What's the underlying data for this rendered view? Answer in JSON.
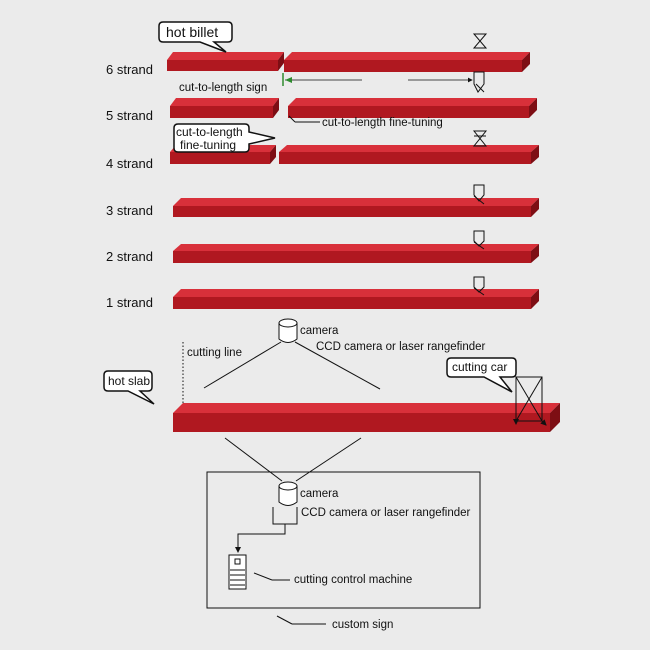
{
  "strands": [
    "6 strand",
    "5 strand",
    "4 strand",
    "3 strand",
    "2 strand",
    "1 strand"
  ],
  "callouts": {
    "hot_billet": "hot billet",
    "cut_to_length_sign": "cut-to-length sign",
    "cut_to_length_fine_tuning": "cut-to-length fine-tuning",
    "cut_to_length_fine_tuning_box": [
      "cut-to-length",
      "fine-tuning"
    ],
    "hot_slab": "hot slab",
    "cutting_car": "cutting car",
    "cutting_line": "cutting line",
    "camera_top": "camera",
    "rangefinder_top": "CCD camera or laser rangefinder",
    "camera_bottom": "camera",
    "rangefinder_bottom": "CCD camera or laser rangefinder",
    "cutting_control_machine": "cutting control machine",
    "custom_sign": "custom sign"
  },
  "colors": {
    "bar_top": "#c8202a",
    "bar_side": "#a0141c",
    "bar_end": "#7d0e14",
    "background": "#ebebeb",
    "ink": "#111111",
    "green_mark": "#2e8b2e"
  }
}
